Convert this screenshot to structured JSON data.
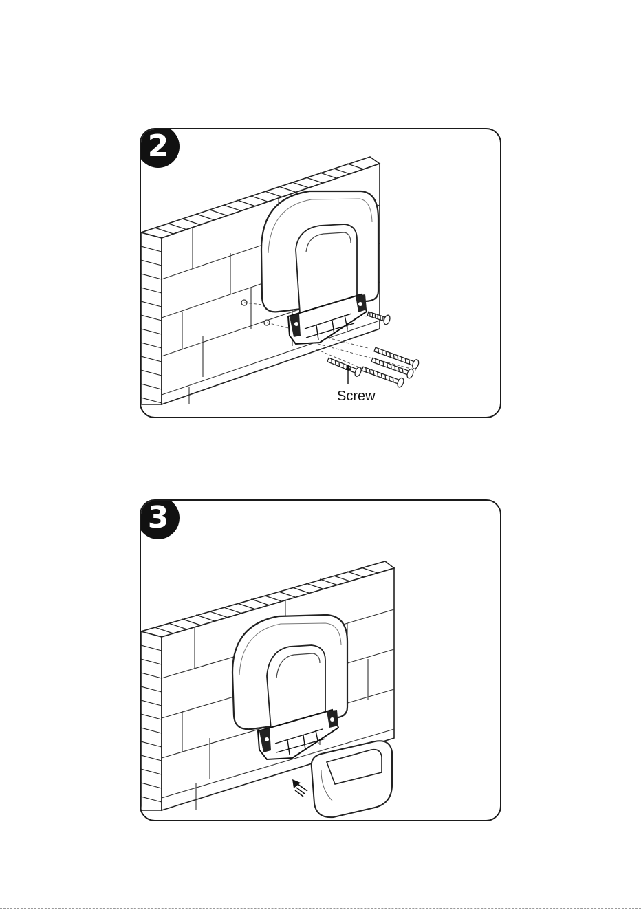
{
  "steps": [
    {
      "number": "2",
      "label": "Screw"
    },
    {
      "number": "3"
    }
  ]
}
